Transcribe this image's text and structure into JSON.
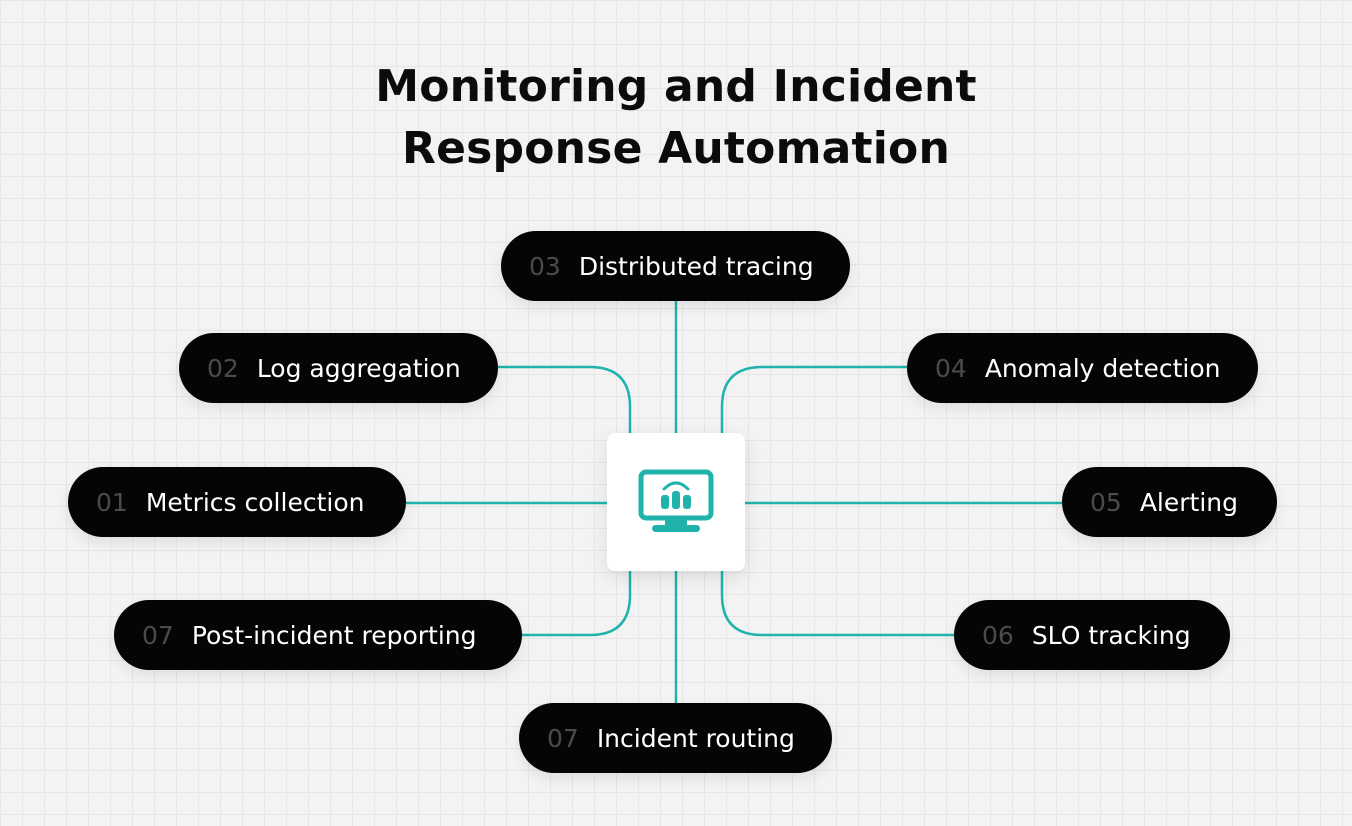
{
  "title": {
    "line1": "Monitoring and Incident",
    "line2": "Response Automation"
  },
  "hub": {
    "icon": "monitor-chart-icon"
  },
  "nodes": [
    {
      "num": "01",
      "label": "Metrics collection"
    },
    {
      "num": "02",
      "label": "Log aggregation"
    },
    {
      "num": "03",
      "label": "Distributed tracing"
    },
    {
      "num": "04",
      "label": "Anomaly detection"
    },
    {
      "num": "05",
      "label": "Alerting"
    },
    {
      "num": "06",
      "label": "SLO tracking"
    },
    {
      "num": "07",
      "label": "Post-incident reporting"
    },
    {
      "num": "07",
      "label": "Incident routing"
    }
  ],
  "colors": {
    "accent": "#1fb3ab",
    "node_bg": "#050505",
    "number_text": "#4b4b4b",
    "label_text": "#ffffff",
    "title_text": "#0b0b0b",
    "background": "#f3f3f3"
  }
}
